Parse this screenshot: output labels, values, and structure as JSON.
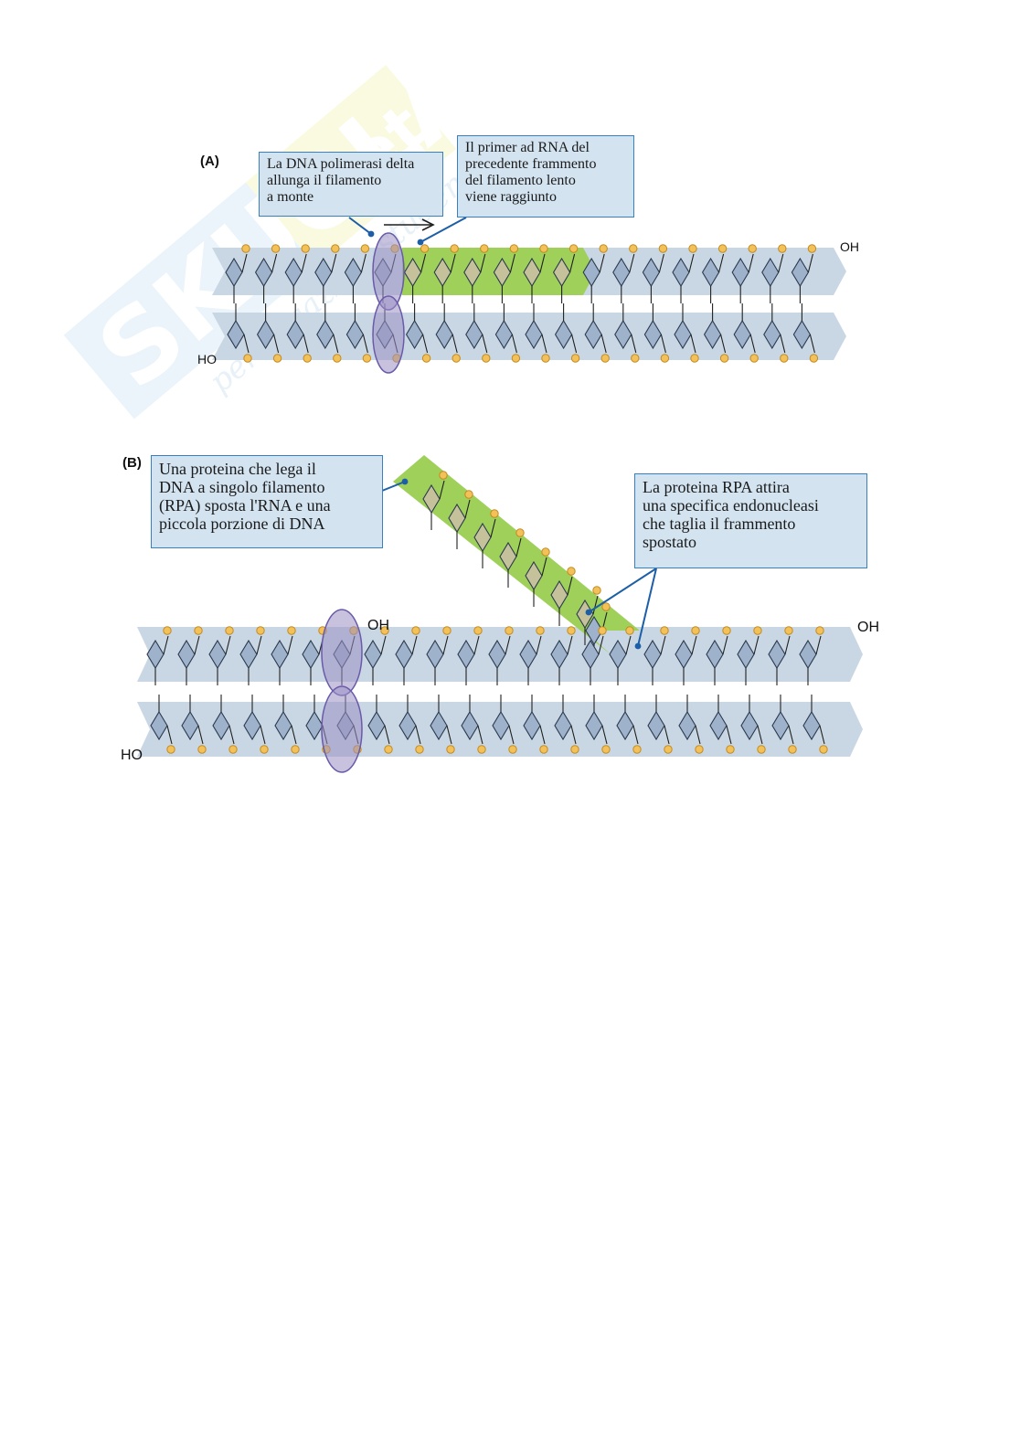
{
  "watermark": {
    "brand": "SKUOLA.net",
    "tagline": "per ragazzi e studenti"
  },
  "panel_a": {
    "letter": "(A)",
    "callout_left": [
      "La DNA polimerasi delta",
      "allunga il filamento",
      "a monte"
    ],
    "callout_right": [
      "Il primer ad RNA del",
      "precedente frammento",
      "del filamento lento",
      "viene raggiunto"
    ],
    "end_top": "OH",
    "end_bottom": "HO"
  },
  "panel_b": {
    "letter": "(B)",
    "callout_left": [
      "Una proteina che lega il",
      "DNA a singolo filamento",
      "(RPA) sposta l'RNA e una",
      "piccola porzione di DNA"
    ],
    "callout_right": [
      "La proteina RPA attira",
      "una specifica endonucleasi",
      "che taglia il frammento",
      "spostato"
    ],
    "end_top_left": "OH",
    "end_top_right": "OH",
    "end_bottom": "HO"
  },
  "colors": {
    "strand": "#c9d7e4",
    "rna": "#9fd05a",
    "nucleotide": "#9fb2cb",
    "phosphate": "#f2c15a",
    "polymerase": "#9b8fc4",
    "callout_border": "#3a7fc0",
    "callout_fill": "#d3e3f0",
    "leader": "#1d5ea8"
  }
}
